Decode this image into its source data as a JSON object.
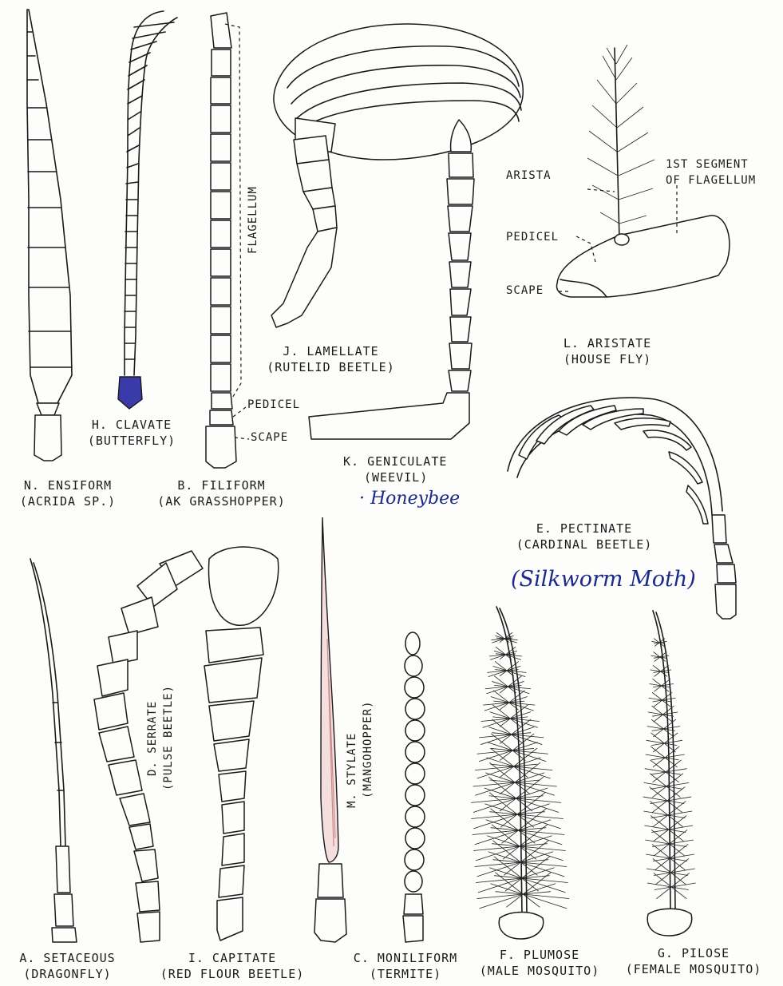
{
  "labels": {
    "ensiform": {
      "name": "N.  ENSIFORM",
      "example": "(ACRIDA SP.)"
    },
    "clavate": {
      "name": "H.  CLAVATE",
      "example": "(BUTTERFLY)"
    },
    "filiform": {
      "name": "B.  FILIFORM",
      "example": "(AK GRASSHOPPER)"
    },
    "lamellate": {
      "name": "J.  LAMELLATE",
      "example": "(RUTELID BEETLE)"
    },
    "geniculate": {
      "name": "K.  GENICULATE",
      "example": "(WEEVIL)"
    },
    "aristate": {
      "name": "L.  ARISTATE",
      "example": "(HOUSE FLY)"
    },
    "pectinate": {
      "name": "E.  PECTINATE",
      "example": "(CARDINAL BEETLE)"
    },
    "setaceous": {
      "name": "A.  SETACEOUS",
      "example": "(DRAGONFLY)"
    },
    "serrate": {
      "name": "D.  SERRATE",
      "example": "(PULSE BEETLE)"
    },
    "capitate": {
      "name": "I.  CAPITATE",
      "example": "(RED FLOUR BEETLE)"
    },
    "stylate": {
      "name": "M.  STYLATE",
      "example": "(MANGOHOPPER)"
    },
    "moniliform": {
      "name": "C.  MONILIFORM",
      "example": "(TERMITE)"
    },
    "plumose": {
      "name": "F.  PLUMOSE",
      "example": "(MALE MOSQUITO)"
    },
    "pilose": {
      "name": "G.  PILOSE",
      "example": "(FEMALE MOSQUITO)"
    }
  },
  "parts": {
    "flagellum": "FLAGELLUM",
    "pedicel": "PEDICEL",
    "scape": "SCAPE",
    "arista": "ARISTA",
    "first_segment_line1": "1ST SEGMENT",
    "first_segment_line2": "OF FLAGELLUM",
    "pedicel_fly": "PEDICEL",
    "scape_fly": "SCAPE"
  },
  "handwritten": {
    "honeybee": "· Honeybee",
    "silkworm": "(Silkworm Moth)"
  },
  "colors": {
    "ink": "#1a1a1a",
    "club_fill": "#3a3aa8",
    "stylate_tint": "#c98a8a",
    "handwriting": "#1b2a8a"
  }
}
